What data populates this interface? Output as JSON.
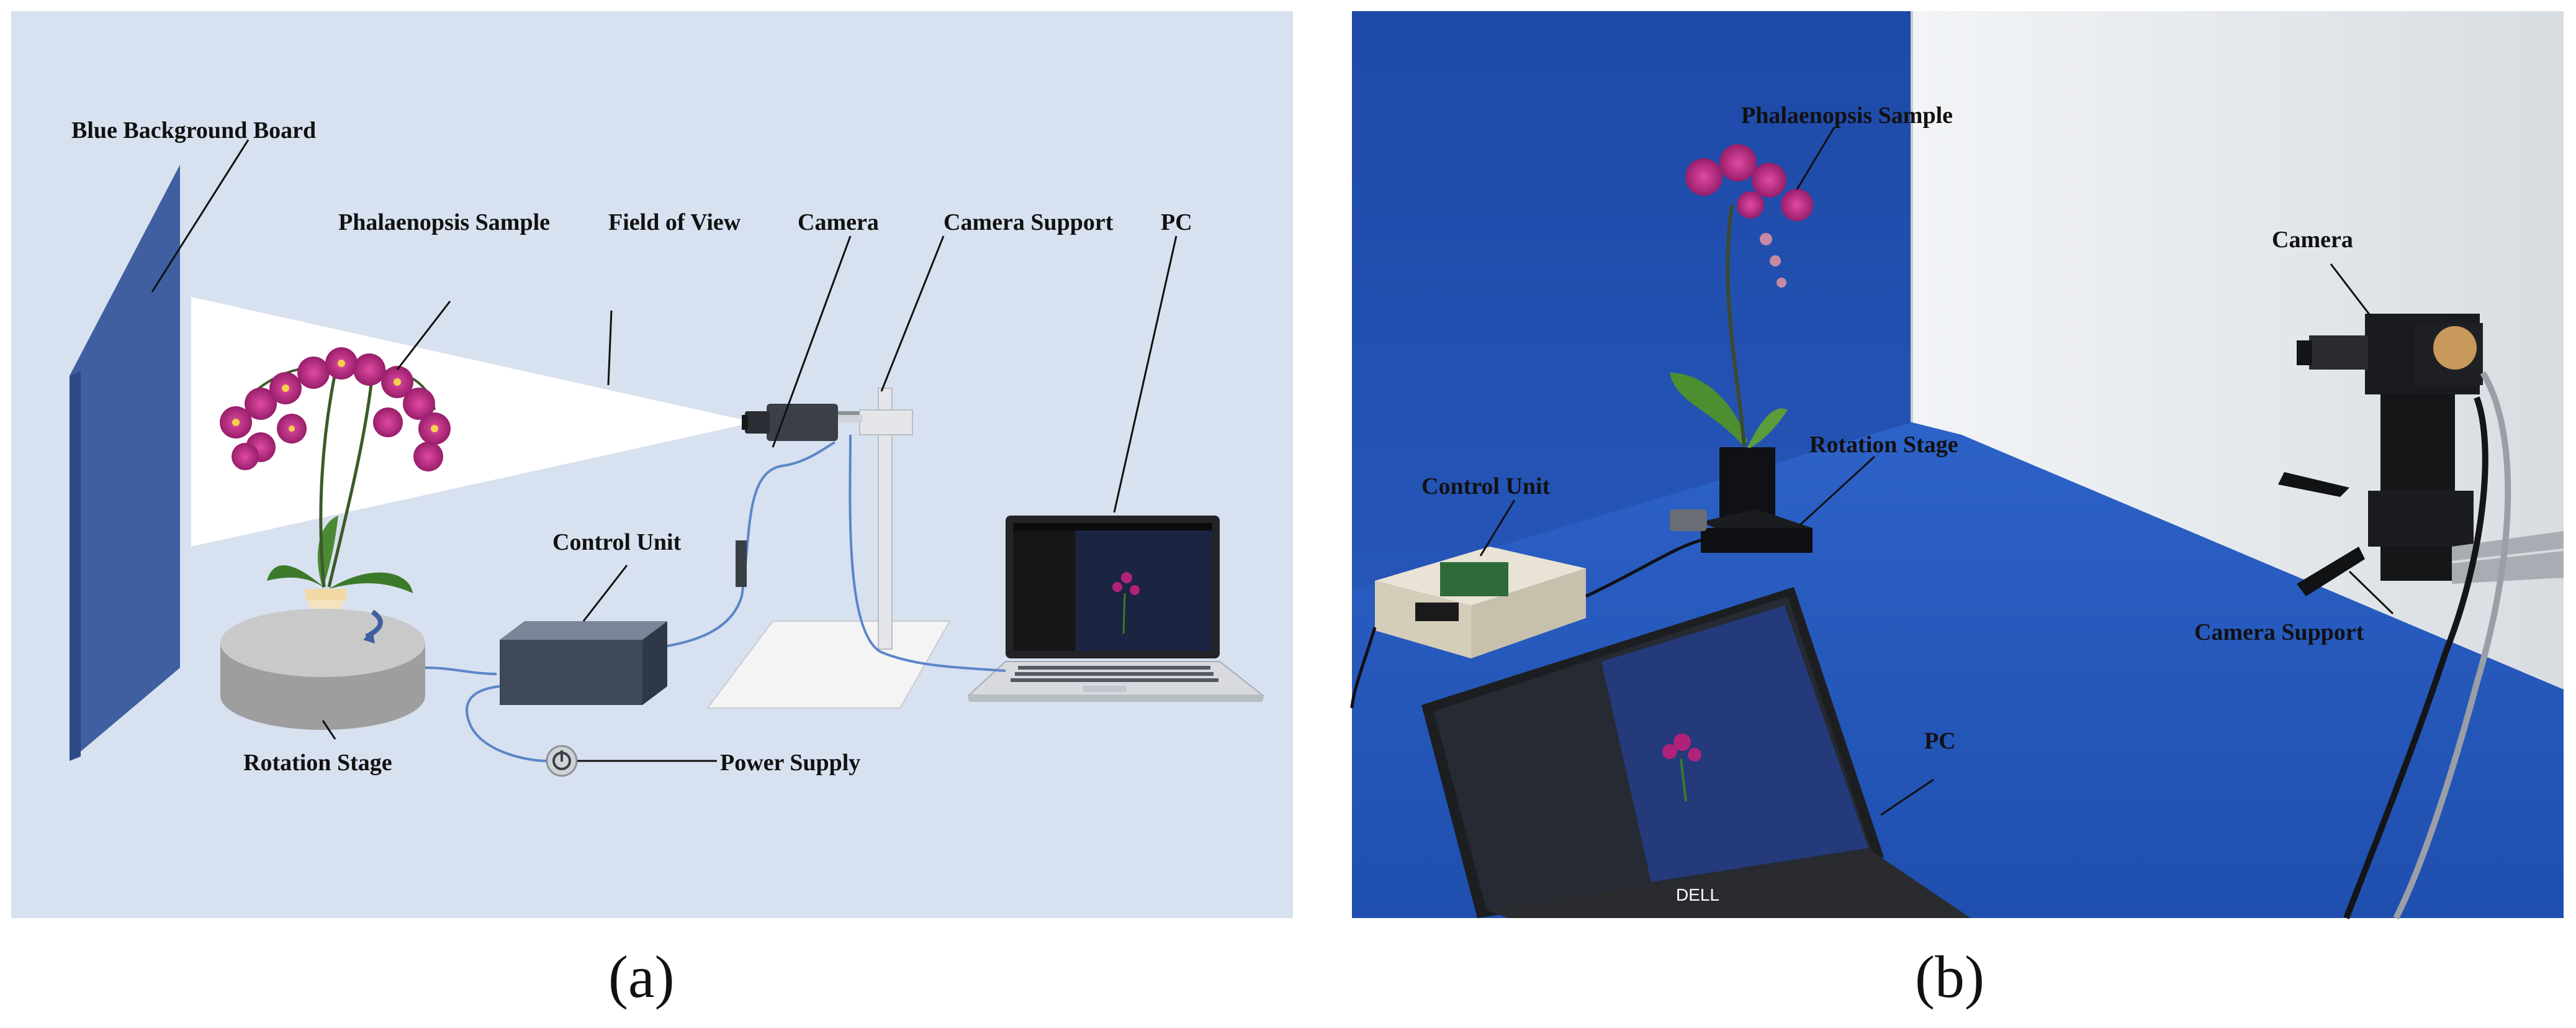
{
  "panel_a": {
    "caption": "(a)",
    "labels": {
      "background_board": "Blue Background Board",
      "sample": "Phalaenopsis Sample",
      "fov": "Field of View",
      "camera": "Camera",
      "camera_support": "Camera Support",
      "pc": "PC",
      "control_unit": "Control Unit",
      "rotation_stage": "Rotation Stage",
      "power_supply": "Power Supply"
    }
  },
  "panel_b": {
    "caption": "(b)",
    "labels": {
      "sample": "Phalaenopsis Sample",
      "camera": "Camera",
      "rotation_stage": "Rotation Stage",
      "control_unit": "Control Unit",
      "camera_support": "Camera Support",
      "pc": "PC"
    },
    "laptop_brand": "DELL"
  },
  "colors": {
    "panel_a_bg": "#d8e1ef",
    "board_blue": "#3f5fa0",
    "photo_blue": "#1f4fae",
    "wall_white": "#e6ebef",
    "orchid_magenta": "#b0227a",
    "cable_blue": "#5b86c8"
  }
}
